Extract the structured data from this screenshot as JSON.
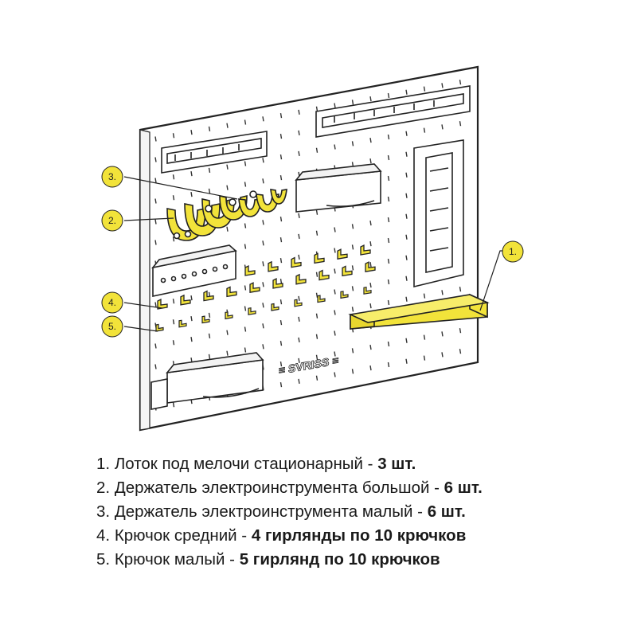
{
  "accent_color": "#f2e33a",
  "board": {
    "brand": "SVRISS"
  },
  "callouts": [
    {
      "id": "1",
      "label": "1."
    },
    {
      "id": "2",
      "label": "2."
    },
    {
      "id": "3",
      "label": "3."
    },
    {
      "id": "4",
      "label": "4."
    },
    {
      "id": "5",
      "label": "5."
    }
  ],
  "legend": [
    {
      "num": "1.",
      "text": "Лоток под мелочи стационарный - ",
      "qty": "3 шт."
    },
    {
      "num": "2.",
      "text": "Держатель электроинструмента большой - ",
      "qty": "6 шт."
    },
    {
      "num": "3.",
      "text": "Держатель электроинструмента малый - ",
      "qty": "6 шт."
    },
    {
      "num": "4.",
      "text": "Крючок средний - ",
      "qty": "4 гирлянды по 10 крючков"
    },
    {
      "num": "5.",
      "text": "Крючок малый - ",
      "qty": "5 гирлянд по 10 крючков"
    }
  ]
}
